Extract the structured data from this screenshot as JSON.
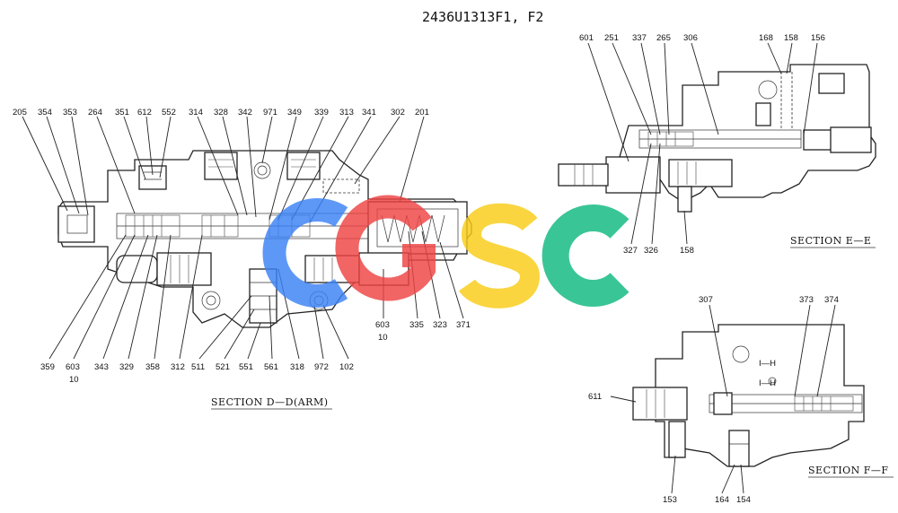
{
  "title": "2436U1313F1, F2",
  "sections": {
    "dd": "SECTION D—D(ARM)",
    "ee": "SECTION E—E",
    "ff": "SECTION F—F"
  },
  "annotations": {
    "ih_top": "I—H",
    "ih_bottom": "I—H"
  },
  "watermark": {
    "letters": [
      "C",
      "G",
      "S",
      "C"
    ],
    "colors": [
      "#3b82f6",
      "#ef4444",
      "#facc15",
      "#10b981"
    ]
  },
  "labels": {
    "l205": "205",
    "l354": "354",
    "l353": "353",
    "l264": "264",
    "l351": "351",
    "l612": "612",
    "l552": "552",
    "l314": "314",
    "l328": "328",
    "l342": "342",
    "l971": "971",
    "l349": "349",
    "l339": "339",
    "l313": "313",
    "l341": "341",
    "l302": "302",
    "l201": "201",
    "l359": "359",
    "l603a": "603",
    "l10a": "10",
    "l343": "343",
    "l329": "329",
    "l358": "358",
    "l312": "312",
    "l511": "511",
    "l521": "521",
    "l551": "551",
    "l561": "561",
    "l318": "318",
    "l972": "972",
    "l102": "102",
    "l603b": "603",
    "l10b": "10",
    "l335": "335",
    "l323": "323",
    "l371": "371",
    "l601": "601",
    "l251": "251",
    "l337": "337",
    "l265": "265",
    "l306": "306",
    "l168": "168",
    "l158a": "158",
    "l156": "156",
    "l327": "327",
    "l326": "326",
    "l158b": "158",
    "l307": "307",
    "l373": "373",
    "l374": "374",
    "l611": "611",
    "l153": "153",
    "l164": "164",
    "l154": "154"
  }
}
